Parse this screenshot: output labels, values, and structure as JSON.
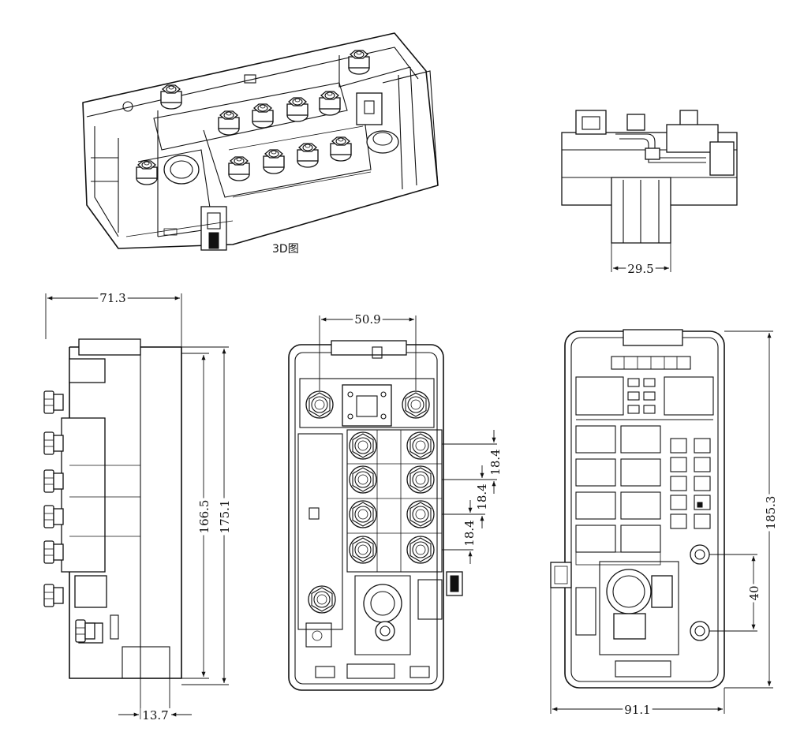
{
  "views": {
    "iso": {
      "caption": "3D图"
    },
    "end": {
      "width_label": "29.5"
    },
    "side": {
      "width_label": "71.3",
      "height_label_inner": "166.5",
      "height_label_outer": "175.1",
      "bottom_label": "13.7"
    },
    "front": {
      "top_label": "50.9",
      "pitch_label_1": "18.4",
      "pitch_label_2": "18.4",
      "pitch_label_3": "18.4"
    },
    "back": {
      "height_label": "185.3",
      "hole_spacing_label": "40",
      "width_label": "91.1"
    }
  }
}
